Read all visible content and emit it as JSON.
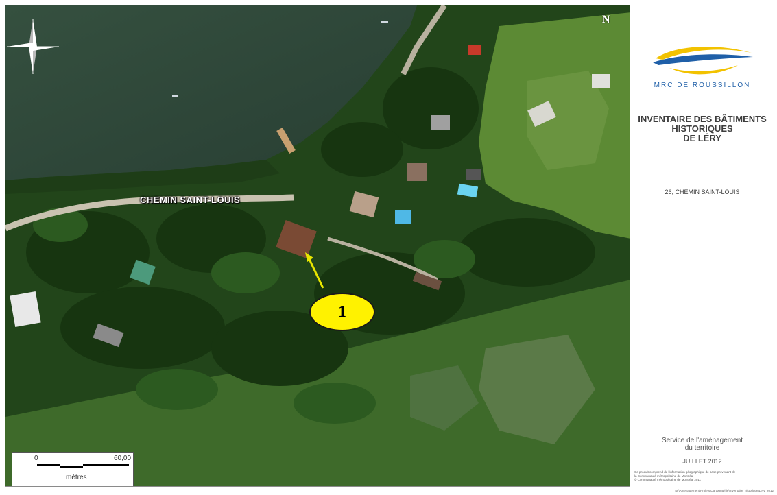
{
  "map": {
    "road_label": "CHEMIN SAINT-LOUIS",
    "callout_number": "1",
    "north_label": "N",
    "scale": {
      "zero": "0",
      "max": "60,00",
      "unit": "mètres"
    },
    "colors": {
      "water": "#2f4a3c",
      "forest": "#22451a",
      "grass": "#5a8a32",
      "road": "#c9c2b0",
      "callout_fill": "#fff200",
      "arrow": "#e8e600"
    },
    "icons": [
      "north-arrow-icon",
      "scale-bar-icon",
      "callout-arrow-icon"
    ]
  },
  "sidebar": {
    "organization": "MRC DE ROUSSILLON",
    "title_line1": "INVENTAIRE DES BÂTIMENTS",
    "title_line2": "HISTORIQUES",
    "title_line3": "DE LÉRY",
    "address": "26, CHEMIN SAINT-LOUIS",
    "service_line1": "Service de l'aménagement",
    "service_line2": "du territoire",
    "date": "JUILLET 2012",
    "credits_line1": "Ce produit comprend de l'information géographique de base provenant de",
    "credits_line2": "la Communauté métropolitaine de Montréal",
    "credits_line3": "© Communauté métropolitaine de Montréal 2011",
    "brand_colors": {
      "blue": "#1f5fa8",
      "yellow": "#f2c200"
    }
  },
  "footer": {
    "file_path": "M:\\Amenagement\\Projets\\Cartographie\\Inventaire_historique\\Lery_2012"
  }
}
